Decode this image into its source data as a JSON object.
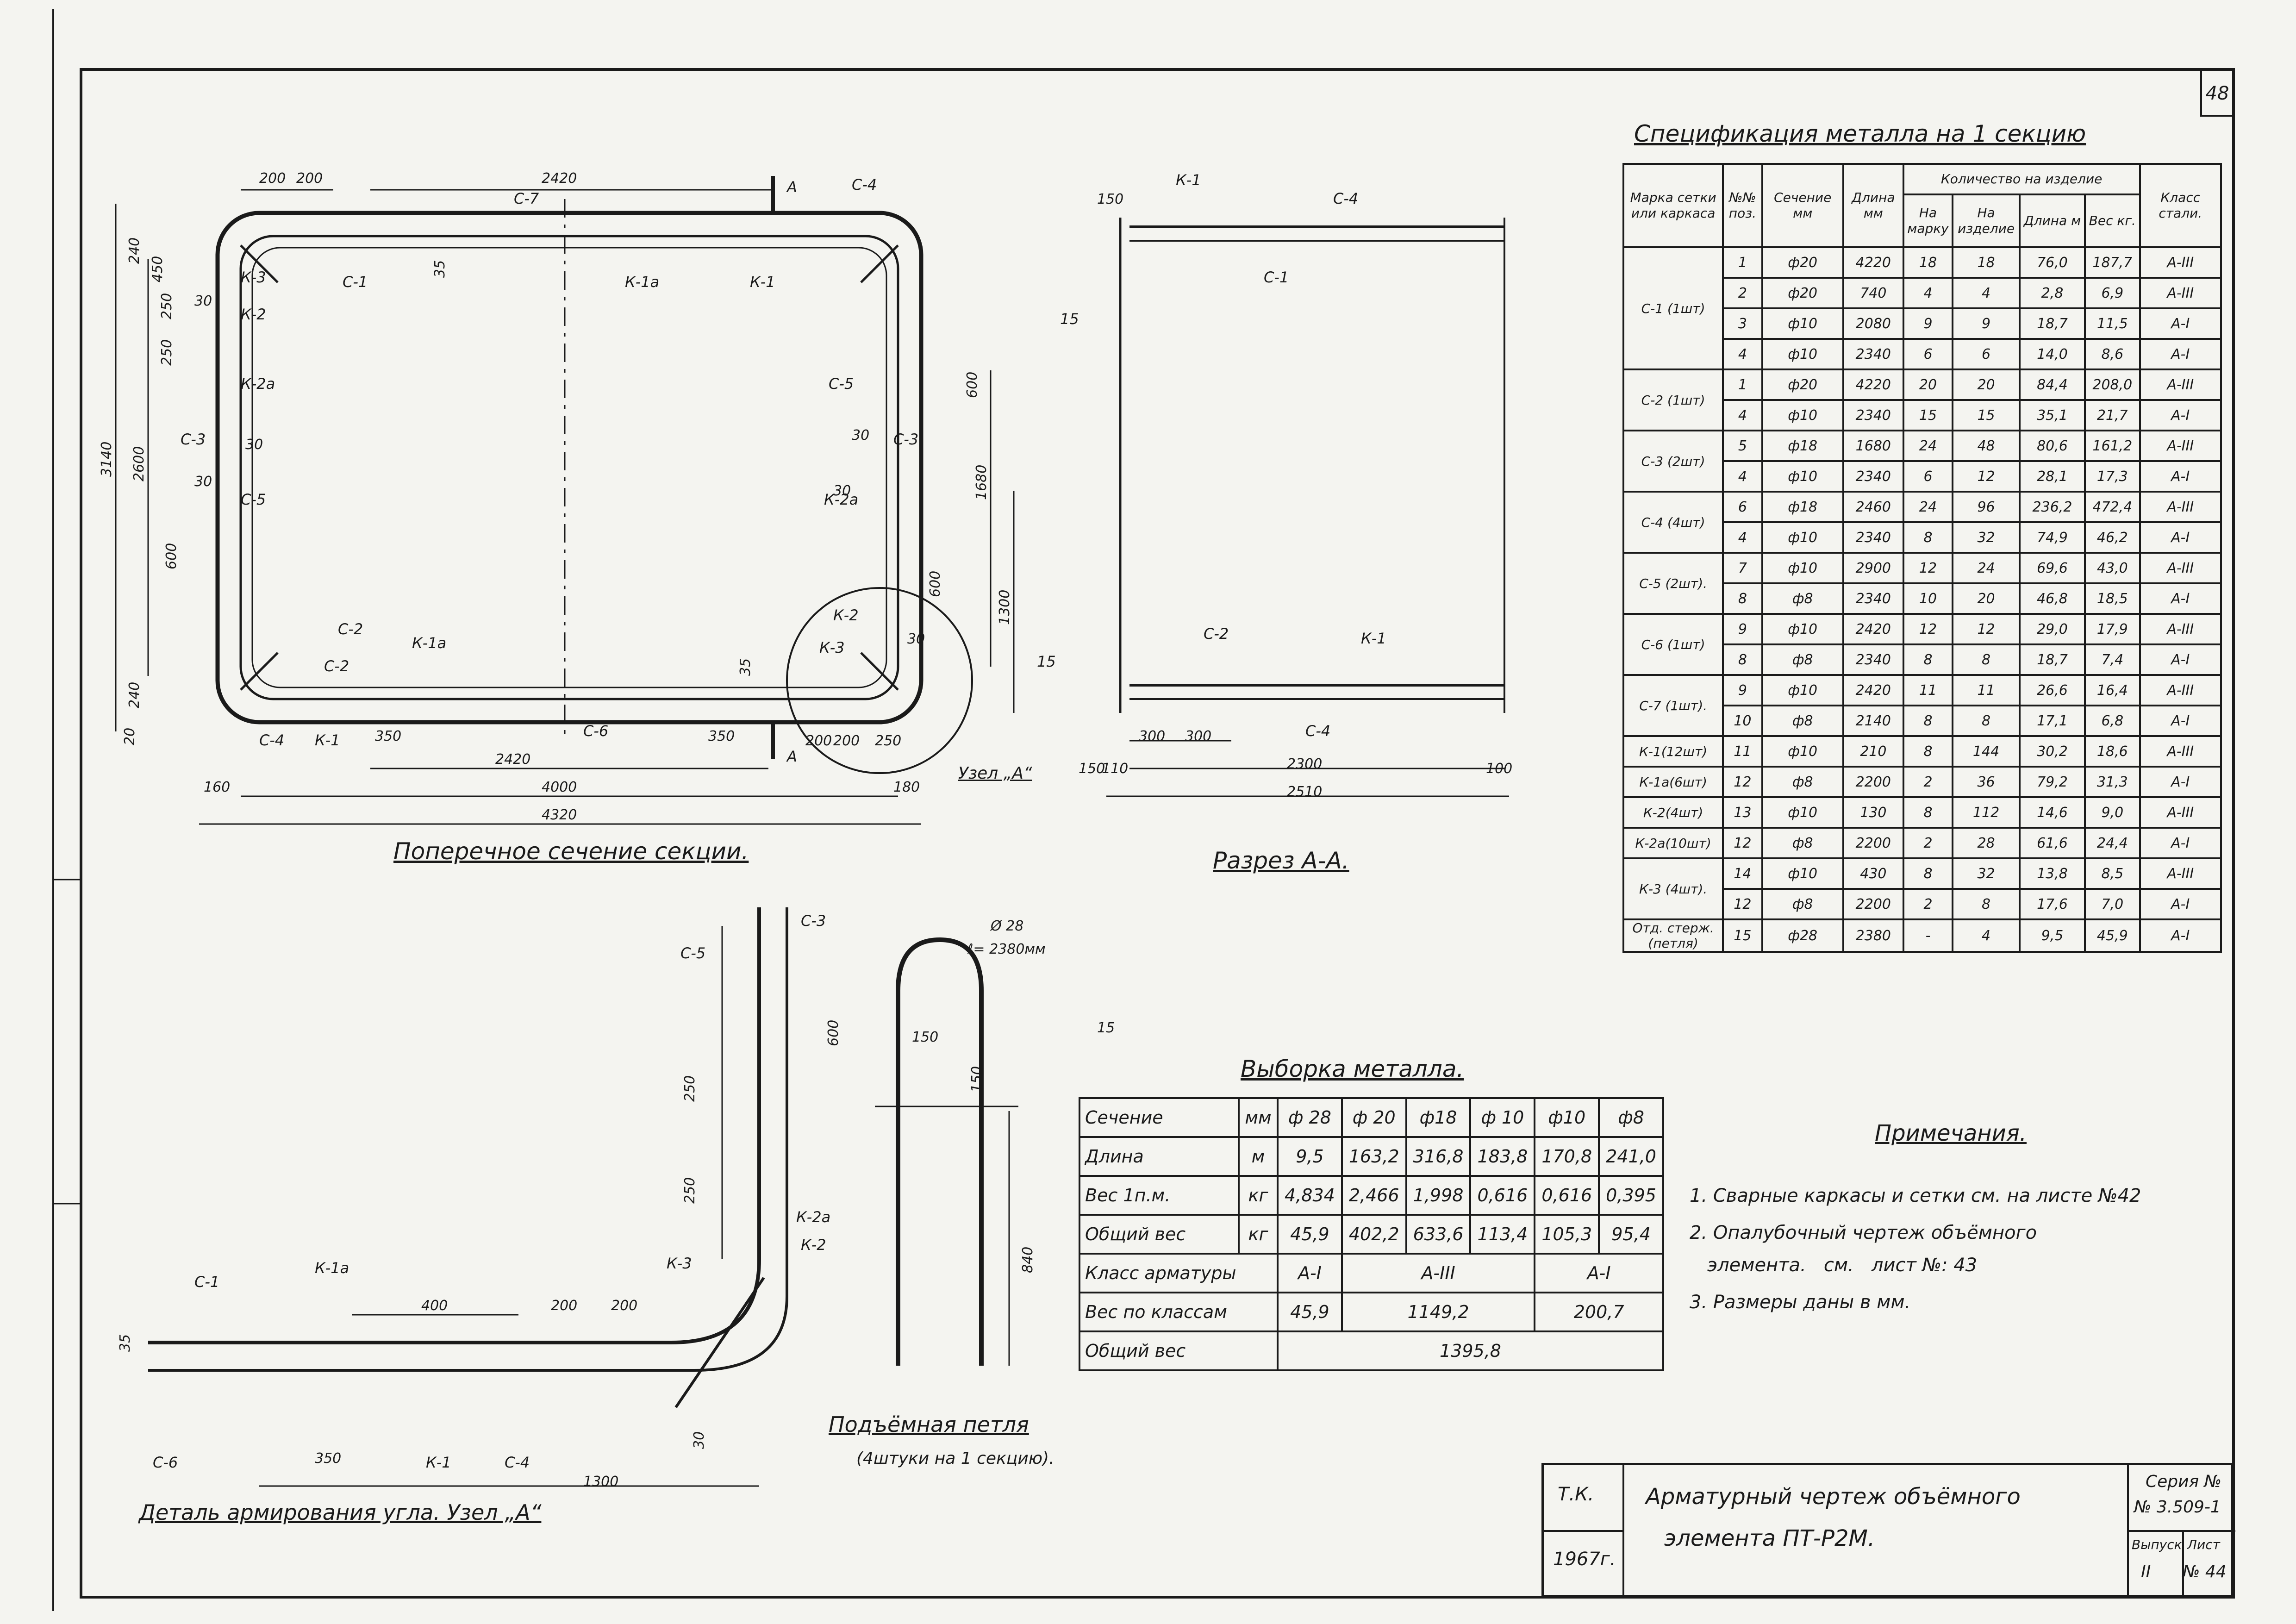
{
  "sheet": {
    "sheet_no": "48",
    "title_cross_section": "Поперечное сечение секции.",
    "title_section_aa": "Разрез А-А.",
    "title_detail": "Деталь армирования угла. Узел „А“",
    "title_loop": "Подъёмная петля",
    "loop_note": "(4штуки на 1 секцию).",
    "node_label": "Узел „А“"
  },
  "cross_section": {
    "dims": [
      "200",
      "200",
      "2420",
      "3140",
      "2600",
      "240",
      "250",
      "250",
      "450",
      "600",
      "600",
      "1680",
      "1300",
      "600",
      "240",
      "20",
      "160",
      "350",
      "2420",
      "350",
      "200",
      "200",
      "250",
      "4000",
      "4320",
      "180",
      "35",
      "35",
      "30",
      "30",
      "30",
      "30",
      "30",
      "30"
    ],
    "labels": [
      "С-7",
      "С-4",
      "С-1",
      "К-1а",
      "К-1",
      "К-3",
      "К-2",
      "К-2а",
      "С-5",
      "С-3",
      "С-3",
      "С-5",
      "С-2",
      "К-1а",
      "С-4",
      "К-1",
      "С-6",
      "К-2",
      "К-3",
      "К-2а",
      "С-2",
      "А",
      "А"
    ]
  },
  "section_aa": {
    "dims": [
      "150",
      "300",
      "300",
      "2300",
      "2510",
      "110",
      "150",
      "100"
    ],
    "labels": [
      "К-1",
      "С-4",
      "С-1",
      "15",
      "С-2",
      "К-1",
      "15",
      "С-4"
    ]
  },
  "detail": {
    "dims": [
      "250",
      "250",
      "600",
      "400",
      "200",
      "200",
      "350",
      "1300",
      "35",
      "30"
    ],
    "labels": [
      "С-3",
      "С-5",
      "К-2а",
      "К-2",
      "К-3",
      "С-1",
      "К-1а",
      "С-6",
      "К-1",
      "С-4"
    ]
  },
  "loop": {
    "dims": [
      "150",
      "Ø 28",
      "ℓ= 2380мм",
      "150",
      "840"
    ],
    "pos": "15"
  },
  "spec": {
    "title": "Спецификация металла на 1 секцию",
    "headers": {
      "mark": "Марка сетки или каркаса",
      "pos": "№№ поз.",
      "section": "Сечение мм",
      "length": "Длина мм",
      "qty_group": "Количество на изделие",
      "per_mark": "На марку",
      "per_item": "На изделие",
      "total_len": "Длина м",
      "weight": "Вес кг.",
      "steel": "Класс стали."
    },
    "rows": [
      [
        "1",
        "ф20",
        "4220",
        "18",
        "18",
        "76,0",
        "187,7",
        "А-III"
      ],
      [
        "2",
        "ф20",
        "740",
        "4",
        "4",
        "2,8",
        "6,9",
        "А-III"
      ],
      [
        "3",
        "ф10",
        "2080",
        "9",
        "9",
        "18,7",
        "11,5",
        "А-I"
      ],
      [
        "4",
        "ф10",
        "2340",
        "6",
        "6",
        "14,0",
        "8,6",
        "А-I"
      ],
      [
        "1",
        "ф20",
        "4220",
        "20",
        "20",
        "84,4",
        "208,0",
        "А-III"
      ],
      [
        "4",
        "ф10",
        "2340",
        "15",
        "15",
        "35,1",
        "21,7",
        "А-I"
      ],
      [
        "5",
        "ф18",
        "1680",
        "24",
        "48",
        "80,6",
        "161,2",
        "А-III"
      ],
      [
        "4",
        "ф10",
        "2340",
        "6",
        "12",
        "28,1",
        "17,3",
        "А-I"
      ],
      [
        "6",
        "ф18",
        "2460",
        "24",
        "96",
        "236,2",
        "472,4",
        "А-III"
      ],
      [
        "4",
        "ф10",
        "2340",
        "8",
        "32",
        "74,9",
        "46,2",
        "А-I"
      ],
      [
        "7",
        "ф10",
        "2900",
        "12",
        "24",
        "69,6",
        "43,0",
        "А-III"
      ],
      [
        "8",
        "ф8",
        "2340",
        "10",
        "20",
        "46,8",
        "18,5",
        "А-I"
      ],
      [
        "9",
        "ф10",
        "2420",
        "12",
        "12",
        "29,0",
        "17,9",
        "А-III"
      ],
      [
        "8",
        "ф8",
        "2340",
        "8",
        "8",
        "18,7",
        "7,4",
        "А-I"
      ],
      [
        "9",
        "ф10",
        "2420",
        "11",
        "11",
        "26,6",
        "16,4",
        "А-III"
      ],
      [
        "10",
        "ф8",
        "2140",
        "8",
        "8",
        "17,1",
        "6,8",
        "А-I"
      ],
      [
        "11",
        "ф10",
        "210",
        "8",
        "144",
        "30,2",
        "18,6",
        "А-III"
      ],
      [
        "12",
        "ф8",
        "2200",
        "2",
        "36",
        "79,2",
        "31,3",
        "А-I"
      ],
      [
        "13",
        "ф10",
        "130",
        "8",
        "112",
        "14,6",
        "9,0",
        "А-III"
      ],
      [
        "12",
        "ф8",
        "2200",
        "2",
        "28",
        "61,6",
        "24,4",
        "А-I"
      ],
      [
        "14",
        "ф10",
        "430",
        "8",
        "32",
        "13,8",
        "8,5",
        "А-III"
      ],
      [
        "12",
        "ф8",
        "2200",
        "2",
        "8",
        "17,6",
        "7,0",
        "А-I"
      ],
      [
        "15",
        "ф28",
        "2380",
        "-",
        "4",
        "9,5",
        "45,9",
        "А-I"
      ]
    ],
    "marks": [
      {
        "row": 0,
        "span": 4,
        "text": "С-1 (1шт)"
      },
      {
        "row": 4,
        "span": 2,
        "text": "С-2 (1шт)"
      },
      {
        "row": 6,
        "span": 2,
        "text": "С-3 (2шт)"
      },
      {
        "row": 8,
        "span": 2,
        "text": "С-4 (4шт)"
      },
      {
        "row": 10,
        "span": 2,
        "text": "С-5 (2шт)."
      },
      {
        "row": 12,
        "span": 2,
        "text": "С-6 (1шт)"
      },
      {
        "row": 14,
        "span": 2,
        "text": "С-7 (1шт)."
      },
      {
        "row": 16,
        "span": 1,
        "text": "К-1(12шт)"
      },
      {
        "row": 17,
        "span": 1,
        "text": "К-1а(6шт)"
      },
      {
        "row": 18,
        "span": 1,
        "text": "К-2(4шт)"
      },
      {
        "row": 19,
        "span": 1,
        "text": "К-2а(10шт)"
      },
      {
        "row": 20,
        "span": 2,
        "text": "К-3 (4шт)."
      },
      {
        "row": 22,
        "span": 1,
        "text": "Отд. стерж. (петля)"
      }
    ]
  },
  "selection": {
    "title": "Выборка металла.",
    "section_label": "Сечение",
    "unit_mm": "мм",
    "diams": [
      "ф 28",
      "ф 20",
      "ф18",
      "ф 10",
      "ф10",
      "ф8"
    ],
    "length_label": "Длина",
    "length_unit": "м",
    "lengths": [
      "9,5",
      "163,2",
      "316,8",
      "183,8",
      "170,8",
      "241,0"
    ],
    "w1_label": "Вес 1п.м.",
    "w1_unit": "кг",
    "w1": [
      "4,834",
      "2,466",
      "1,998",
      "0,616",
      "0,616",
      "0,395"
    ],
    "total_label": "Общий вес",
    "total_unit": "кг",
    "totals": [
      "45,9",
      "402,2",
      "633,6",
      "113,4",
      "105,3",
      "95,4"
    ],
    "class_label": "Класс арматуры",
    "class_a1": "А-I",
    "class_a3": "А-III",
    "class_a1b": "А-I",
    "byclass_label": "Вес по классам",
    "byclass": [
      "45,9",
      "1149,2",
      "200,7"
    ],
    "grand_label": "Общий вес",
    "grand": "1395,8"
  },
  "notes": {
    "title": "Примечания.",
    "items": [
      "1. Сварные каркасы и сетки см. на листе №42",
      "2. Опалубочный чертеж объёмного",
      "   элемента.   см.   лист №: 43",
      "3. Размеры даны в мм."
    ]
  },
  "stamp": {
    "tk": "Т.К.",
    "year": "1967г.",
    "title1": "Арматурный чертеж объёмного",
    "title2": "элемента ПТ-Р2М.",
    "series_label": "Серия №",
    "series_no": "№ 3.509-1",
    "issue_label": "Выпуск",
    "issue_val": "II",
    "sheet_label": "Лист",
    "sheet_val": "№ 44"
  }
}
